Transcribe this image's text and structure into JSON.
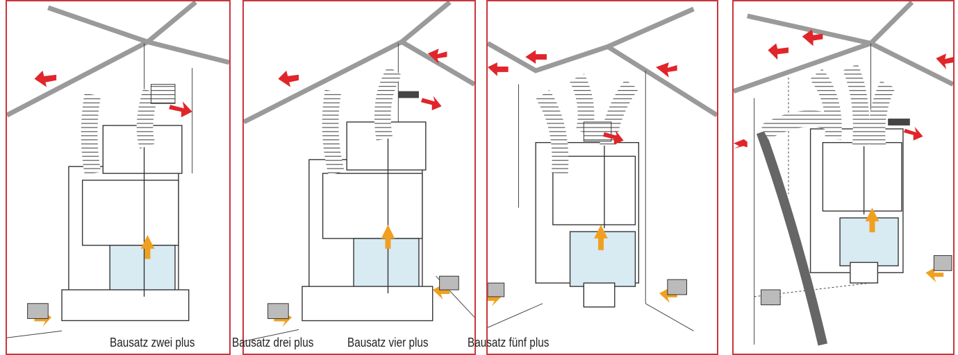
{
  "captions": [
    "Bausatz zwei plus",
    "Bausatz drei plus",
    "Bausatz vier plus",
    "Bausatz fünf plus"
  ],
  "colors": {
    "frame": "#c8353c",
    "ceiling_band": "#9a9a9a",
    "outline": "#333333",
    "hot_air_arrow": "#e0252b",
    "cold_air_arrow": "#f0a020",
    "glass": "#d8eaf2"
  },
  "icons": [
    "hot-air-arrow-icon",
    "cold-air-arrow-icon",
    "air-duct-icon",
    "fireplace-insert-icon",
    "floor-vent-icon"
  ]
}
